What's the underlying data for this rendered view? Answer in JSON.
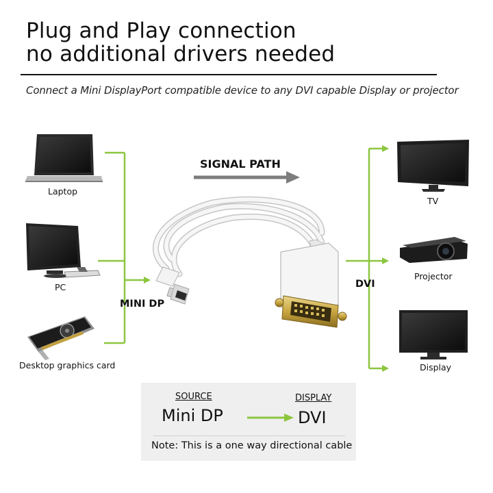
{
  "header": {
    "title_line1": "Plug and Play connection",
    "title_line2": "no additional drivers needed",
    "subtitle": "Connect a Mini DisplayPort compatible device to any DVI capable Display or projector"
  },
  "signal": {
    "label": "SIGNAL PATH"
  },
  "sources": {
    "connector_label": "MINI DP",
    "devices": [
      {
        "label": "Laptop",
        "icon": "laptop-icon"
      },
      {
        "label": "PC",
        "icon": "desktop-pc-icon"
      },
      {
        "label": "Desktop graphics card",
        "icon": "graphics-card-icon"
      }
    ]
  },
  "outputs": {
    "connector_label": "DVI",
    "devices": [
      {
        "label": "TV",
        "icon": "tv-icon"
      },
      {
        "label": "Projector",
        "icon": "projector-icon"
      },
      {
        "label": "Display",
        "icon": "monitor-icon"
      }
    ]
  },
  "panel": {
    "source_heading": "SOURCE",
    "source_value": "Mini DP",
    "display_heading": "DISPLAY",
    "display_value": "DVI",
    "note": "Note: This is a one way directional cable"
  },
  "colors": {
    "accent_green": "#8cc63f",
    "signal_gray": "#808080",
    "panel_bg": "#efefef"
  }
}
